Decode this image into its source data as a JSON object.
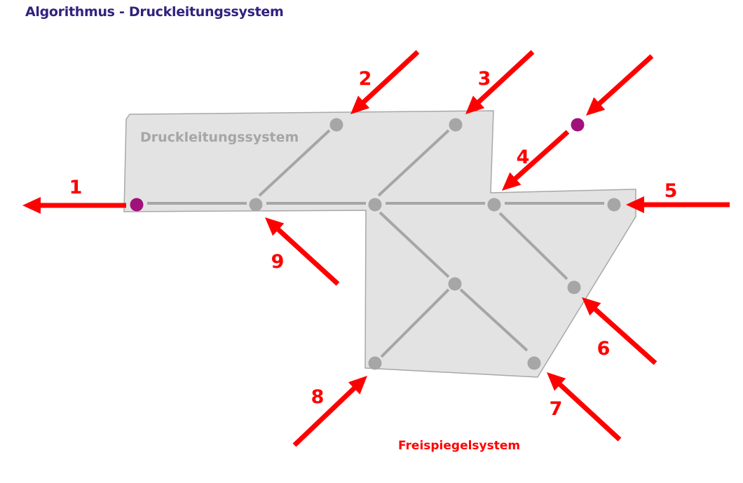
{
  "title": "Algorithmus - Druckleitungssystem",
  "regions": {
    "pressure": "Druckleitungssystem",
    "gravity": "Freispiegelsystem"
  },
  "arrows": [
    "1",
    "2",
    "3",
    "4",
    "5",
    "6",
    "7",
    "8",
    "9"
  ],
  "colors": {
    "title": "#33217f",
    "arrow": "#ff0000",
    "node": "#a6a6a6",
    "special_node": "#a0127a",
    "region_fill": "#e3e3e3"
  }
}
